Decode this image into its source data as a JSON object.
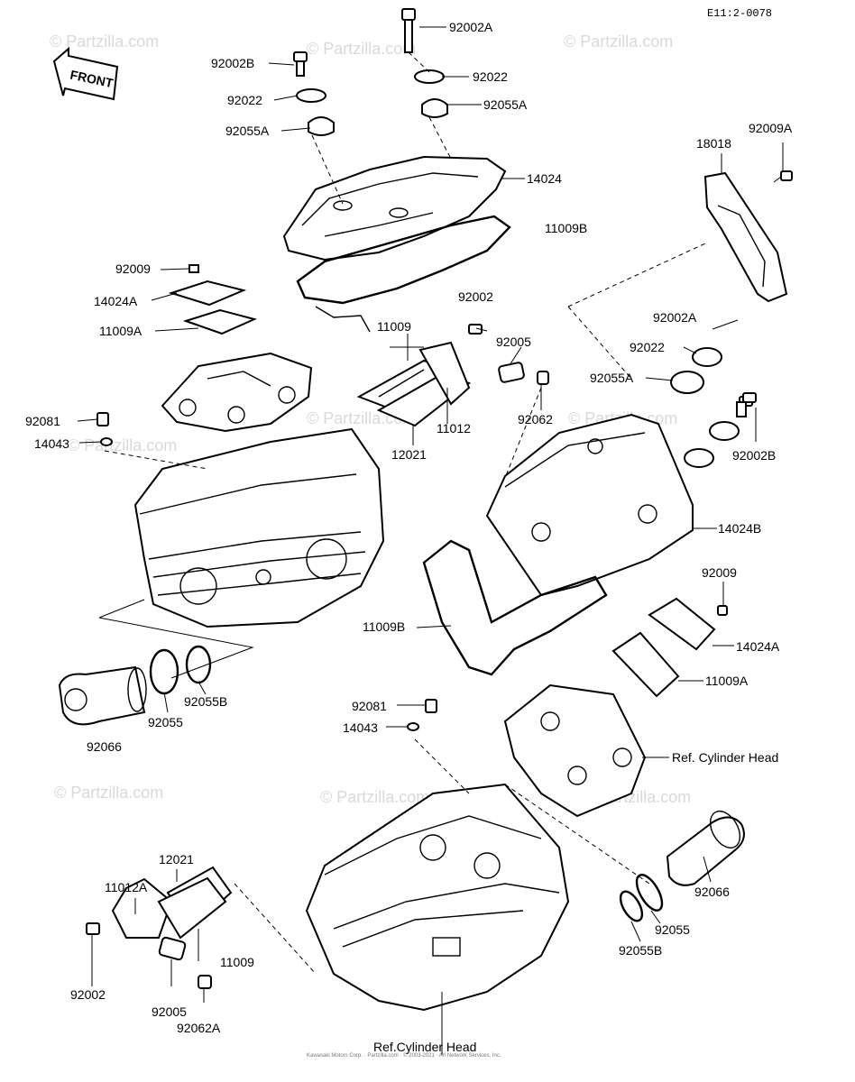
{
  "diagram": {
    "ref_code": "E11:2-0078",
    "front_label": "FRONT",
    "watermark": "© Partzilla.com",
    "copyright": "Kawasaki Motors Corp. · Partzilla.com · © 2003-2021 · Ari Network Services, Inc.",
    "part_labels": [
      "92002A",
      "92002B",
      "92022",
      "92022",
      "92055A",
      "92055A",
      "14024",
      "18018",
      "92009A",
      "11009B",
      "92009",
      "14024A",
      "11009A",
      "92002",
      "11009",
      "92005",
      "92002A",
      "92022",
      "92055A",
      "92081",
      "14043",
      "11012",
      "12021",
      "92062",
      "92002B",
      "14024B",
      "92009",
      "14024A",
      "11009B",
      "11009A",
      "92055",
      "92055B",
      "92066",
      "92081",
      "14043",
      "Ref. Cylinder Head",
      "92066",
      "92055",
      "92055B",
      "12021",
      "11012A",
      "11009",
      "92002",
      "92005",
      "92062A",
      "Ref.Cylinder Head"
    ]
  }
}
